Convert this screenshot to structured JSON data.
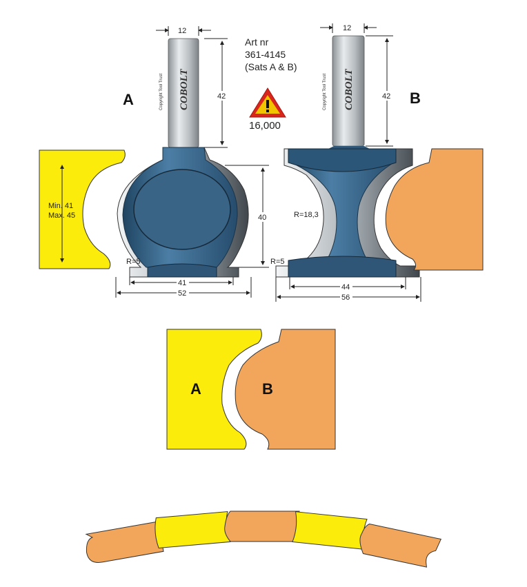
{
  "art": {
    "line1": "Art nr",
    "line2": "361-4145",
    "line3": "(Sats A & B)"
  },
  "warning": {
    "icon": "warning-triangle-icon",
    "speed": "16,000",
    "colors": {
      "fill": "#f2c400",
      "border": "#d9261c"
    }
  },
  "bit_a": {
    "letter": "A",
    "brand": "COBOLT",
    "copyright": "Copyright Tool Trust",
    "shank_width": "12",
    "shank_length": "42",
    "height": "40",
    "radius": "R=5",
    "inner_width": "41",
    "outer_width": "52"
  },
  "bit_b": {
    "letter": "B",
    "brand": "COBOLT",
    "copyright": "Copyright Tool Trust",
    "shank_width": "12",
    "shank_length": "42",
    "radius_large": "R=18,3",
    "radius": "R=5",
    "inner_width": "44",
    "outer_width": "56"
  },
  "profile_a": {
    "min": "Min. 41",
    "max": "Max. 45"
  },
  "assembly": {
    "label_a": "A",
    "label_b": "B"
  },
  "colors": {
    "yellow": "#fbec0b",
    "orange": "#f1a65c",
    "steel_blue": "#3d6d92",
    "steel_dark": "#2a4c68",
    "shank": "#b9bec2"
  }
}
